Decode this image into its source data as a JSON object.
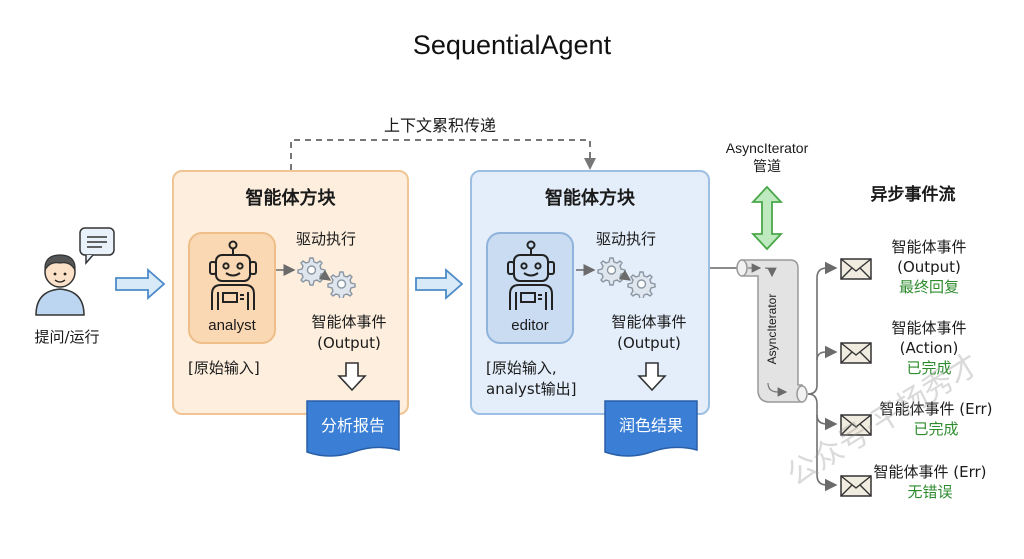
{
  "title": "SequentialAgent",
  "context_flow_label": "上下文累积传递",
  "user": {
    "label": "提问/运行",
    "icon": "user-with-speech-bubble-icon"
  },
  "agents": [
    {
      "block_title": "智能体方块",
      "name": "analyst",
      "drive_label": "驱动执行",
      "event_label_line1": "智能体事件",
      "event_label_line2": "(Output)",
      "input_label_line1": "[原始输入]",
      "input_label_line2": "",
      "output_doc": "分析报告",
      "theme_color": "#fdeedd"
    },
    {
      "block_title": "智能体方块",
      "name": "editor",
      "drive_label": "驱动执行",
      "event_label_line1": "智能体事件",
      "event_label_line2": "(Output)",
      "input_label_line1": "[原始输入,",
      "input_label_line2": "analyst输出]",
      "output_doc": "润色结果",
      "theme_color": "#e4eefa"
    }
  ],
  "pipeline": {
    "label_line1": "AsyncIterator",
    "label_line2": "管道",
    "tube_label": "AsyncIterator"
  },
  "event_stream": {
    "title": "异步事件流",
    "events": [
      {
        "label": "智能体事件",
        "type": "(Output)",
        "status": "最终回复"
      },
      {
        "label": "智能体事件",
        "type": "(Action)",
        "status": "已完成"
      },
      {
        "label": "智能体事件 (Err)",
        "type": "",
        "status": "已完成"
      },
      {
        "label": "智能体事件 (Err)",
        "type": "",
        "status": "无错误"
      }
    ]
  },
  "colors": {
    "doc_blue": "#3a7fd5",
    "status_green": "#2e8b2e",
    "pipe_arrow_green": "#a8e0a8"
  },
  "watermark": "公众号·平杨秀才"
}
